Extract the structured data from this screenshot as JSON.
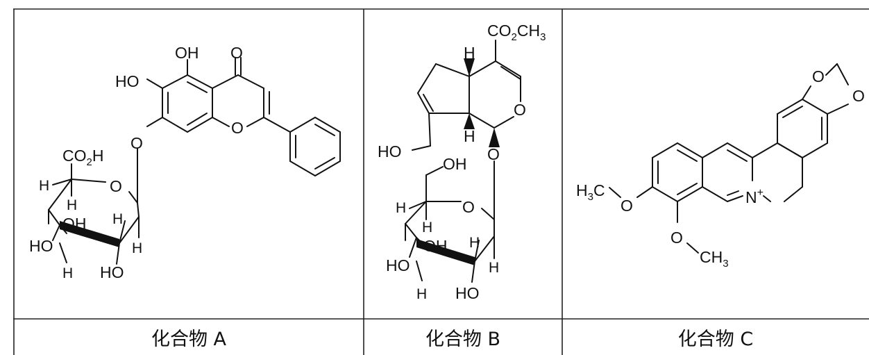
{
  "compounds": [
    {
      "caption": "化合物 A",
      "labels": {
        "oh5": "OH",
        "oxo": "O",
        "ho6": "HO",
        "o_link": "O",
        "o_ring": "O",
        "co2h_a": "CO",
        "co2h_sub": "2",
        "co2h_b": "H",
        "glc_o": "O",
        "h_c5": "H",
        "h_c4a": "H",
        "oh_c3": "OH",
        "h_c2": "H",
        "h_c1": "H",
        "ho_c4": "HO",
        "h_c3": "H",
        "ho_c2": "HO"
      }
    },
    {
      "caption": "化合物 B",
      "labels": {
        "co2ch3_a": "CO",
        "co2ch3_sub": "2",
        "co2ch3_b": "CH",
        "co2ch3_sub2": "3",
        "h_top": "H",
        "o_pyran": "O",
        "h_bottom": "H",
        "ho_ch2": "HO",
        "o_link": "O",
        "oh_ch2": "OH",
        "glc_o": "O",
        "h_c4": "H",
        "h_c4b": "H",
        "oh_c3": "OH",
        "h_c2": "H",
        "h_c1": "H",
        "ho_c4": "HO",
        "h_c3": "H",
        "ho_c2": "HO"
      }
    },
    {
      "caption": "化合物 C",
      "labels": {
        "o_top": "O",
        "o_right": "O",
        "h3c_a": "H",
        "h3c_sub": "3",
        "h3c_b": "C",
        "o_left": "O",
        "n_a": "N",
        "n_charge": "+",
        "o_bottom": "O",
        "ch3_a": "CH",
        "ch3_sub": "3"
      }
    }
  ]
}
